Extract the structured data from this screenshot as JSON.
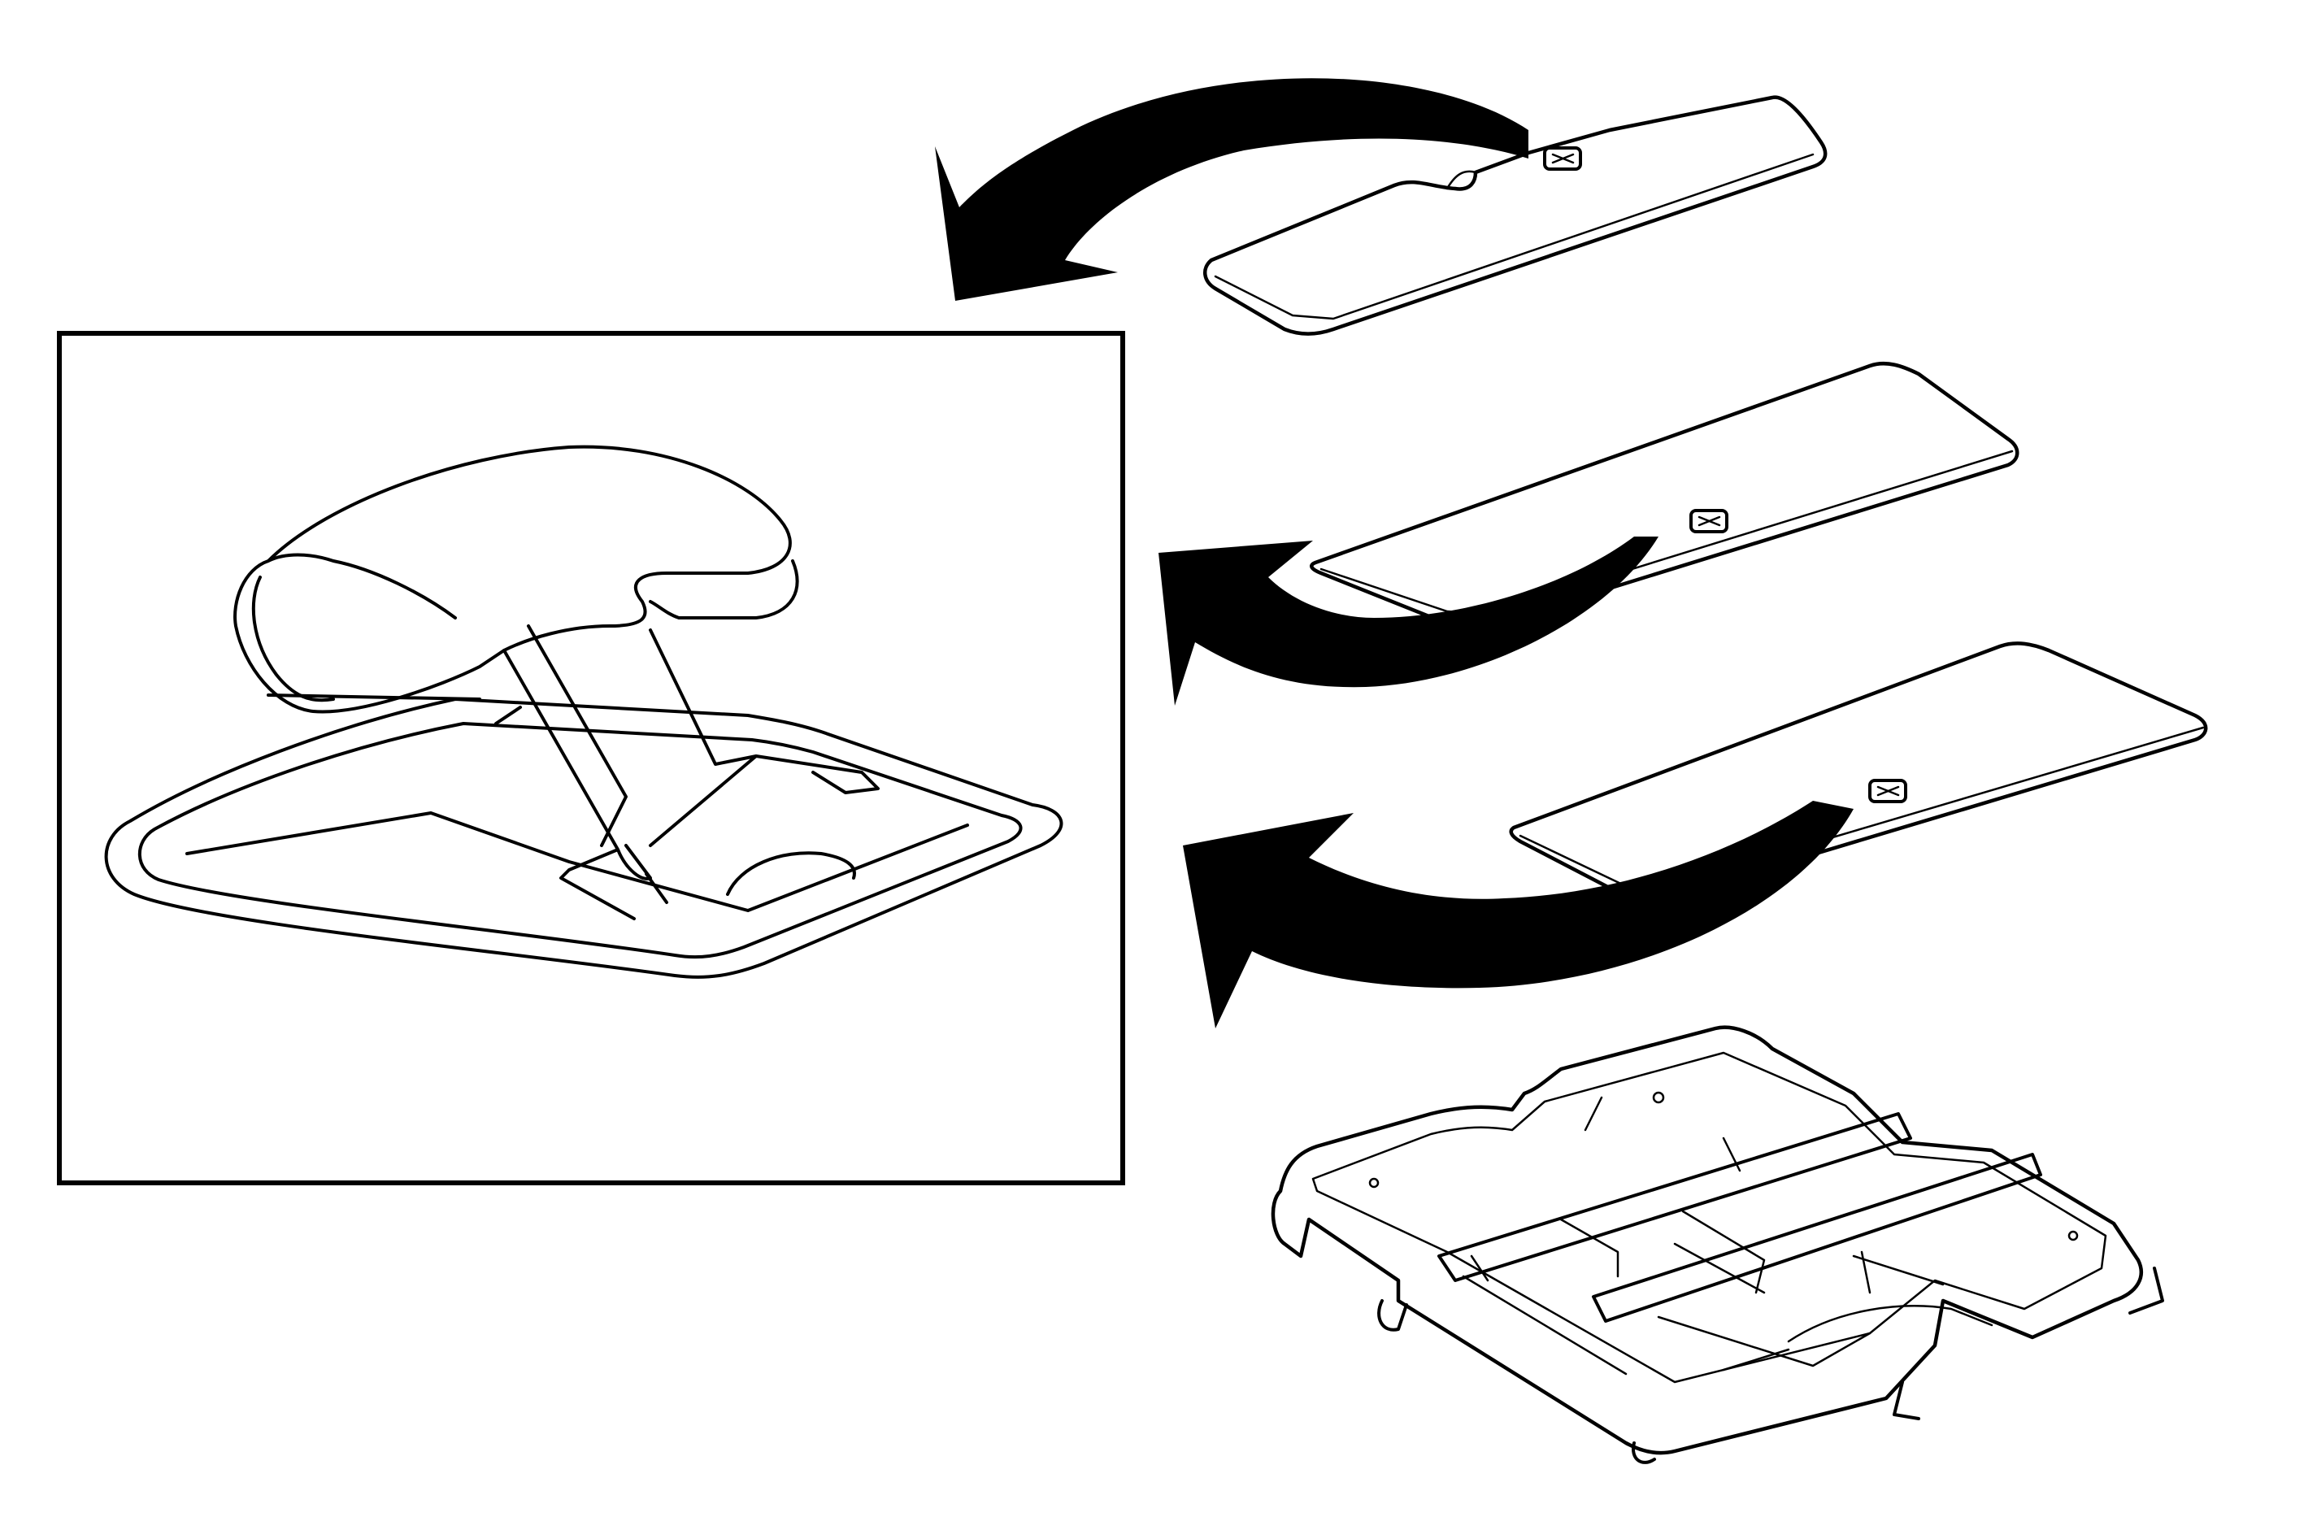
{
  "diagram": {
    "kind": "exploded-assembly-illustration",
    "text_labels": [],
    "parts": [
      "detail-inset-handle",
      "floor-panel-top",
      "floor-panel-middle",
      "floor-panel-lower",
      "storage-tray"
    ],
    "arrows": 3,
    "line_color": "#000000",
    "background_color": "#ffffff"
  }
}
